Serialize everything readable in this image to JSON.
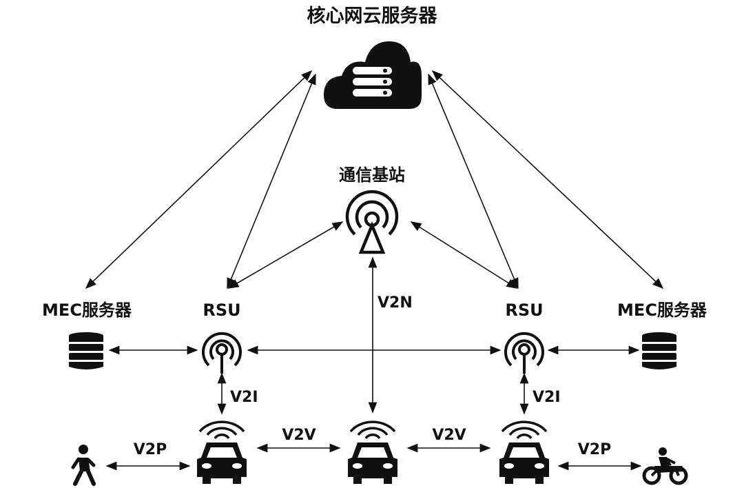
{
  "diagram": {
    "nodes": {
      "cloud": {
        "label": "核心网云服务器",
        "icon": "cloud-server-icon"
      },
      "base_station": {
        "label": "通信基站",
        "icon": "cell-tower-icon"
      },
      "mec_left": {
        "label": "MEC服务器",
        "icon": "database-icon"
      },
      "mec_right": {
        "label": "MEC服务器",
        "icon": "database-icon"
      },
      "rsu_left": {
        "label": "RSU",
        "icon": "antenna-icon"
      },
      "rsu_right": {
        "label": "RSU",
        "icon": "antenna-icon"
      },
      "car_left": {
        "icon": "car-icon"
      },
      "car_middle": {
        "icon": "car-icon"
      },
      "car_right": {
        "icon": "car-icon"
      },
      "pedestrian": {
        "icon": "pedestrian-icon"
      },
      "motorcycle": {
        "icon": "motorcycle-icon"
      }
    },
    "links": {
      "v2n": "V2N",
      "v2i_left": "V2I",
      "v2i_right": "V2I",
      "v2v_left": "V2V",
      "v2v_right": "V2V",
      "v2p_left": "V2P",
      "v2p_right": "V2P"
    },
    "colors": {
      "ink": "#111111",
      "background": "#ffffff"
    }
  }
}
